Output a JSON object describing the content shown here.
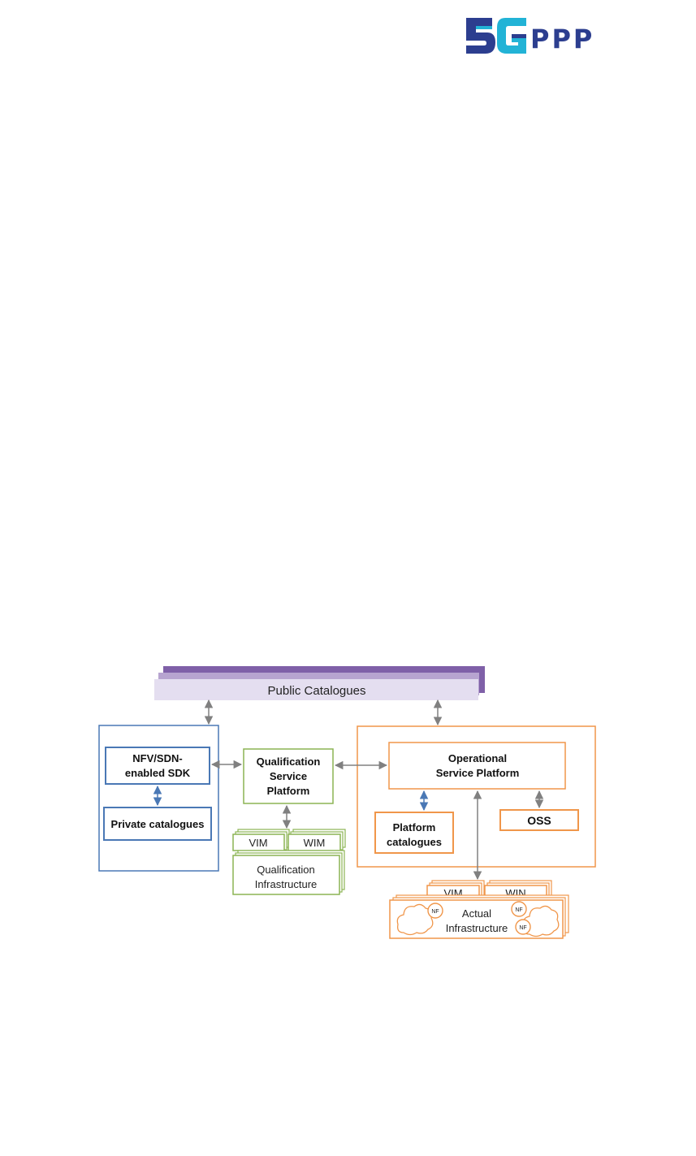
{
  "header": {
    "logo_mark": "5G",
    "logo_text": "PPP"
  },
  "diagram": {
    "public_catalogues": "Public Catalogues",
    "sdk_line1": "NFV/SDN-",
    "sdk_line2": "enabled SDK",
    "private_catalogues": "Private catalogues",
    "qsp_line1": "Qualification",
    "qsp_line2": "Service",
    "qsp_line3": "Platform",
    "q_vim": "VIM",
    "q_wim": "WIM",
    "q_infra_line1": "Qualification",
    "q_infra_line2": "Infrastructure",
    "osp_line1": "Operational",
    "osp_line2": "Service Platform",
    "platform_cat_line1": "Platform",
    "platform_cat_line2": "catalogues",
    "oss": "OSS",
    "a_vim": "VIM",
    "a_win": "WIN",
    "a_infra_line1": "Actual",
    "a_infra_line2": "Infrastructure",
    "nf": "NF"
  },
  "colors": {
    "blue": "#4a78b5",
    "green": "#8cb454",
    "orange": "#f0964a",
    "purple_dark": "#7f60a8",
    "purple_mid": "#b7a4d0",
    "purple_light": "#e4def0",
    "arrow_gray": "#808080"
  }
}
